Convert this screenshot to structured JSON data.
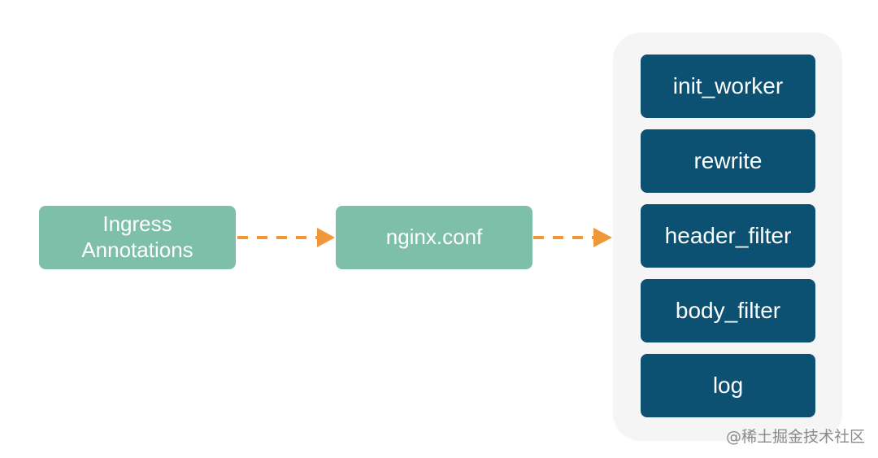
{
  "diagram": {
    "source": {
      "label": "Ingress\nAnnotations"
    },
    "config": {
      "label": "nginx.conf"
    },
    "phases": [
      {
        "label": "init_worker"
      },
      {
        "label": "rewrite"
      },
      {
        "label": "header_filter"
      },
      {
        "label": "body_filter"
      },
      {
        "label": "log"
      }
    ],
    "colors": {
      "source_node": "#7dbfa8",
      "phase_node": "#0c5072",
      "arrow": "#f0973a",
      "panel": "#f5f5f5"
    }
  },
  "watermark": "@稀土掘金技术社区"
}
